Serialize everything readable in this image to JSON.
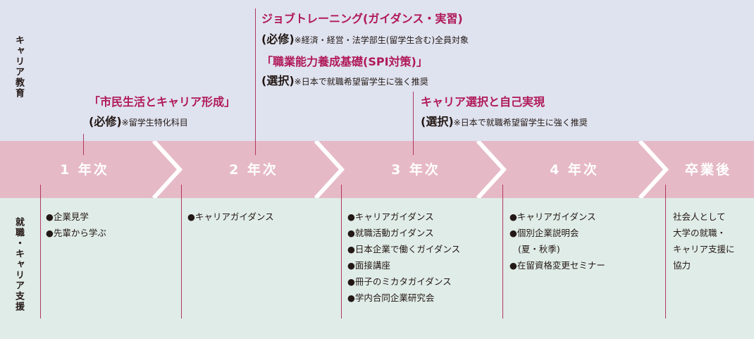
{
  "side_labels": {
    "top": "キャリア教育",
    "bottom": "就職・キャリア支援"
  },
  "colors": {
    "top_band": "#dfe3ef",
    "mid_band": "#e6b9c7",
    "bottom_band": "#e0ece8",
    "accent": "#b0195a",
    "chevron": "#ffffff"
  },
  "years": [
    "1 年次",
    "2 年次",
    "3 年次",
    "4 年次",
    "卒業後"
  ],
  "programs": [
    {
      "title": "「市民生活とキャリア形成」",
      "tag": "(必修)",
      "note": "※留学生特化科目"
    },
    {
      "title": "ジョブトレーニング(ガイダンス・実習)",
      "tag": "(必修)",
      "note": "※経済・経営・法学部生(留学生含む)全員対象"
    },
    {
      "title": "「職業能力養成基礎(SPI対策)」",
      "tag": "(選択)",
      "note": "※日本で就職希望留学生に強く推奨"
    },
    {
      "title": "キャリア選択と自己実現",
      "tag": "(選択)",
      "note": "※日本で就職希望留学生に強く推奨"
    }
  ],
  "support": {
    "year1": [
      "●企業見学",
      "●先輩から学ぶ"
    ],
    "year2": [
      "●キャリアガイダンス"
    ],
    "year3": [
      "●キャリアガイダンス",
      "●就職活動ガイダンス",
      "●日本企業で働くガイダンス",
      "●面接講座",
      "●冊子のミカタガイダンス",
      "●学内合同企業研究会"
    ],
    "year4": [
      "●キャリアガイダンス",
      "●個別企業説明会",
      "(夏・秋季)",
      "●在留資格変更セミナー"
    ],
    "after": [
      "社会人として",
      "大学の就職・",
      "キャリア支援に",
      "協力"
    ]
  }
}
